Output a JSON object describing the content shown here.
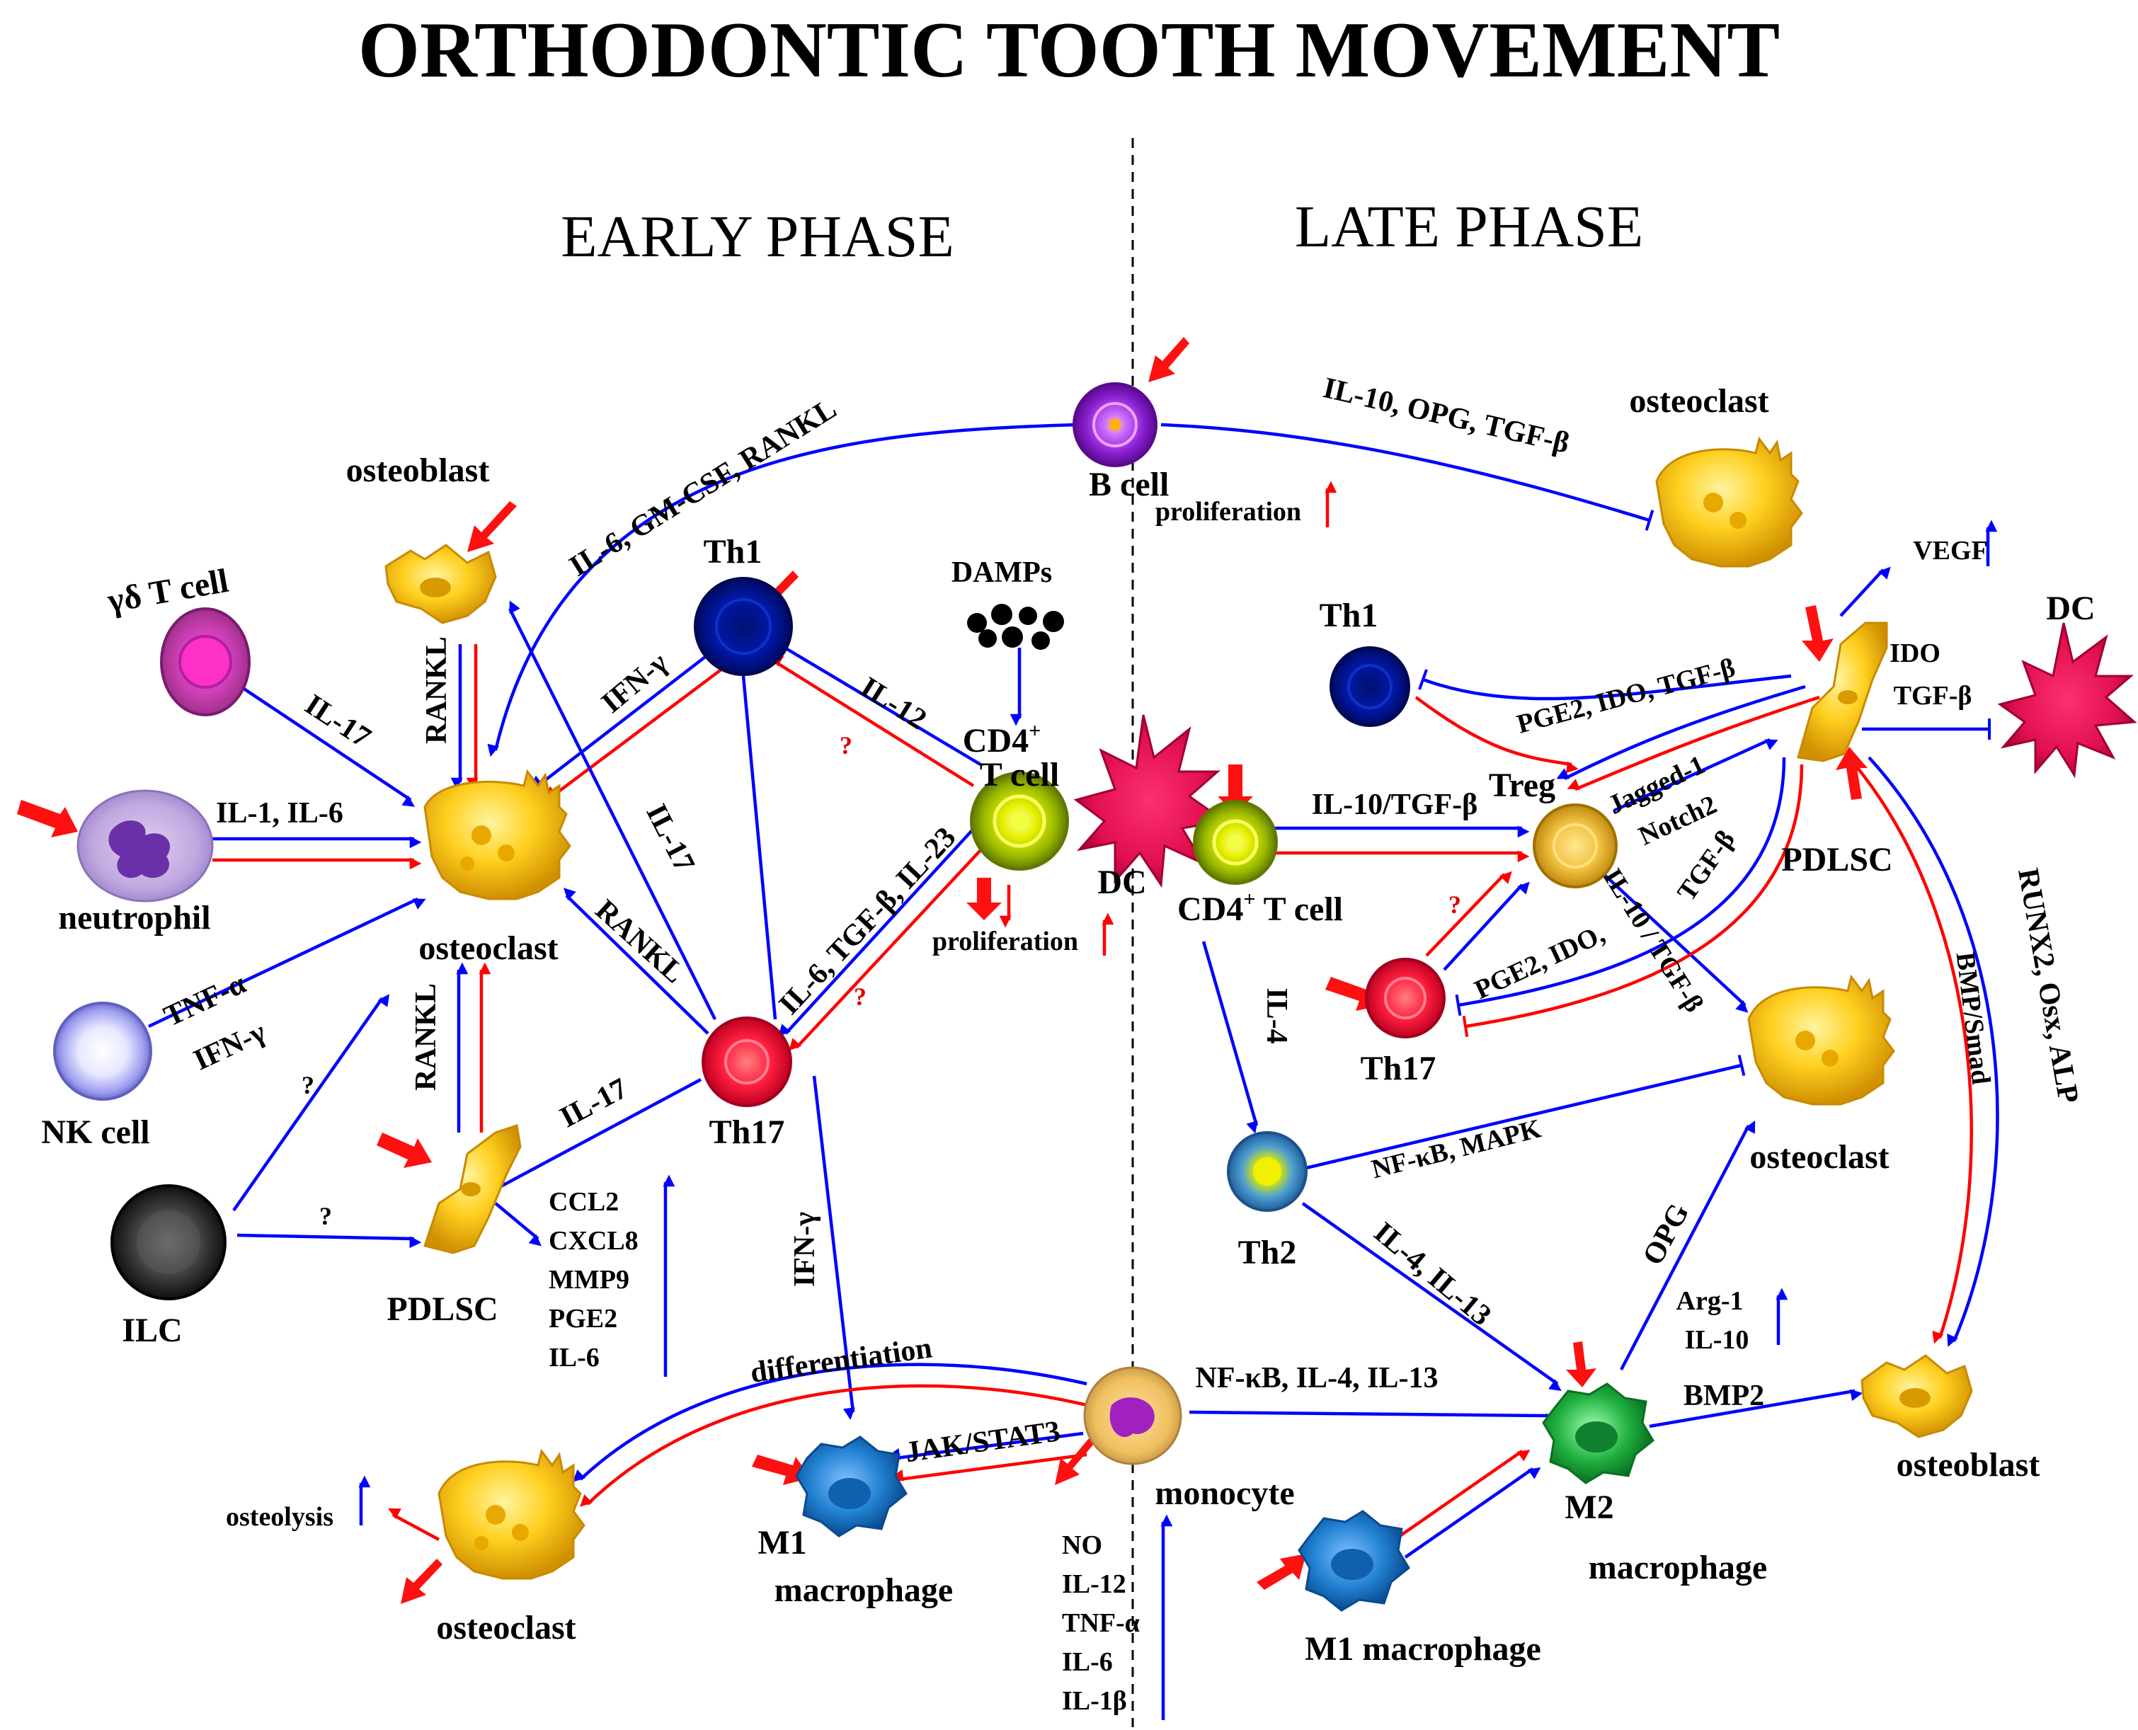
{
  "title": "ORTHODONTIC TOOTH MOVEMENT",
  "phases": {
    "early": "EARLY PHASE",
    "late": "LATE PHASE"
  },
  "colors": {
    "activation_arrow": "#0000ff",
    "increase_arrow": "#ff0000",
    "background": "#ffffff"
  },
  "cells": {
    "b_cell": "B cell",
    "osteoclast_top_right": "osteoclast",
    "osteoblast_top_left": "osteoblast",
    "th1_early": "Th1",
    "damps": "DAMPs",
    "cd4_early_line1": "CD4",
    "cd4_early_sup": "+",
    "cd4_early_line2": "T cell",
    "gd_t_cell": "γδ T cell",
    "neutrophil": "neutrophil",
    "osteoclast_early": "osteoclast",
    "nk_cell": "NK cell",
    "ilc": "ILC",
    "pdlsc_early": "PDLSC",
    "th17_early": "Th17",
    "dc_early": "DC",
    "cd4_late_main": "CD4",
    "cd4_late_sup": "+",
    "cd4_late_rest": " T cell",
    "treg": "Treg",
    "th1_late": "Th1",
    "pdlsc_late": "PDLSC",
    "dc_late": "DC",
    "th17_late": "Th17",
    "osteoclast_late": "osteoclast",
    "th2": "Th2",
    "m2_line1": "M2",
    "m2_line2": "macrophage",
    "osteoblast_late": "osteoblast",
    "monocyte": "monocyte",
    "m1_early_line1": "M1",
    "m1_early_line2": "macrophage",
    "m1_late": "M1 macrophage",
    "osteoclast_bottom": "osteoclast"
  },
  "labels": {
    "b_to_osteoclast": "IL-6, GM-CSF, RANKL",
    "b_to_late_osteoclast": "IL-10, OPG, TGF-β",
    "proliferation_b": "proliferation",
    "proliferation_dc": "proliferation",
    "il17_gd": "IL-17",
    "il1_il6": "IL-1, IL-6",
    "tnf": "TNF-α",
    "ifn_nk": "IFN-γ",
    "q1": "?",
    "q2": "?",
    "rankl_osteoblast": "RANKL",
    "rankl_pdlsc": "RANKL",
    "rankl_th17": "RANKL",
    "ifn_th1": "IFN-γ",
    "il17_th17_up": "IL-17",
    "il12": "IL-12",
    "q_red1": "?",
    "il6_tgf_il23": "IL-6, TGF-β, IL-23",
    "q_red2": "?",
    "il17_pdlsc": "IL-17",
    "pdlsc_secreted": [
      "CCL2",
      "CXCL8",
      "MMP9",
      "PGE2",
      "IL-6"
    ],
    "ifn_m1": "IFN-γ",
    "differentiation": "differentiation",
    "jak_stat3": "JAK/STAT3",
    "osteolysis": "osteolysis",
    "m1_secreted": [
      "NO",
      "IL-12",
      "TNF-α",
      "IL-6",
      "IL-1β"
    ],
    "il10_tgf": "IL-10/TGF-β",
    "pge2_ido_tgf": "PGE2, IDO, TGF-β",
    "vegf": "VEGF",
    "ido_tgf_dc": [
      "IDO",
      "TGF-β"
    ],
    "jagged": "Jagged-1",
    "notch2": "Notch2",
    "il10_tgf_diag": "IL-10 / TGF-β",
    "tgf_diag": "TGF-β",
    "pge2_ido_diag": "PGE2, IDO,",
    "q_red3": "?",
    "il4": "IL-4",
    "nfkb_mapk": "NF-κB, MAPK",
    "il4_il13": "IL-4, IL-13",
    "nfkb_il4_il13": "NF-κB, IL-4, IL-13",
    "opg": "OPG",
    "arg_il10": [
      "Arg-1",
      "IL-10"
    ],
    "bmp2": "BMP2",
    "bmp_smad": "BMP/Smad",
    "runx2": "RUNX2, Osx, ALP"
  }
}
